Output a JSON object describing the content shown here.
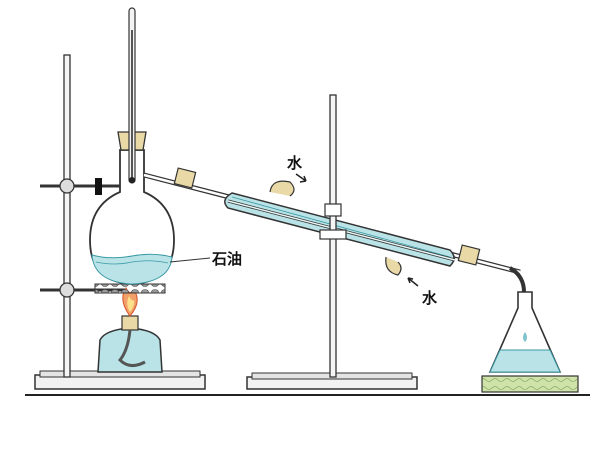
{
  "labels": {
    "petroleum": "石油",
    "water_out": "水",
    "water_in": "水"
  },
  "colors": {
    "liquid": "#b9e3e6",
    "liquid_line": "#3a9aa6",
    "glass": "#2a2a2a",
    "flame": "#e57a3a",
    "cork": "#e9d9a6",
    "wood": "#c9e0a4"
  }
}
